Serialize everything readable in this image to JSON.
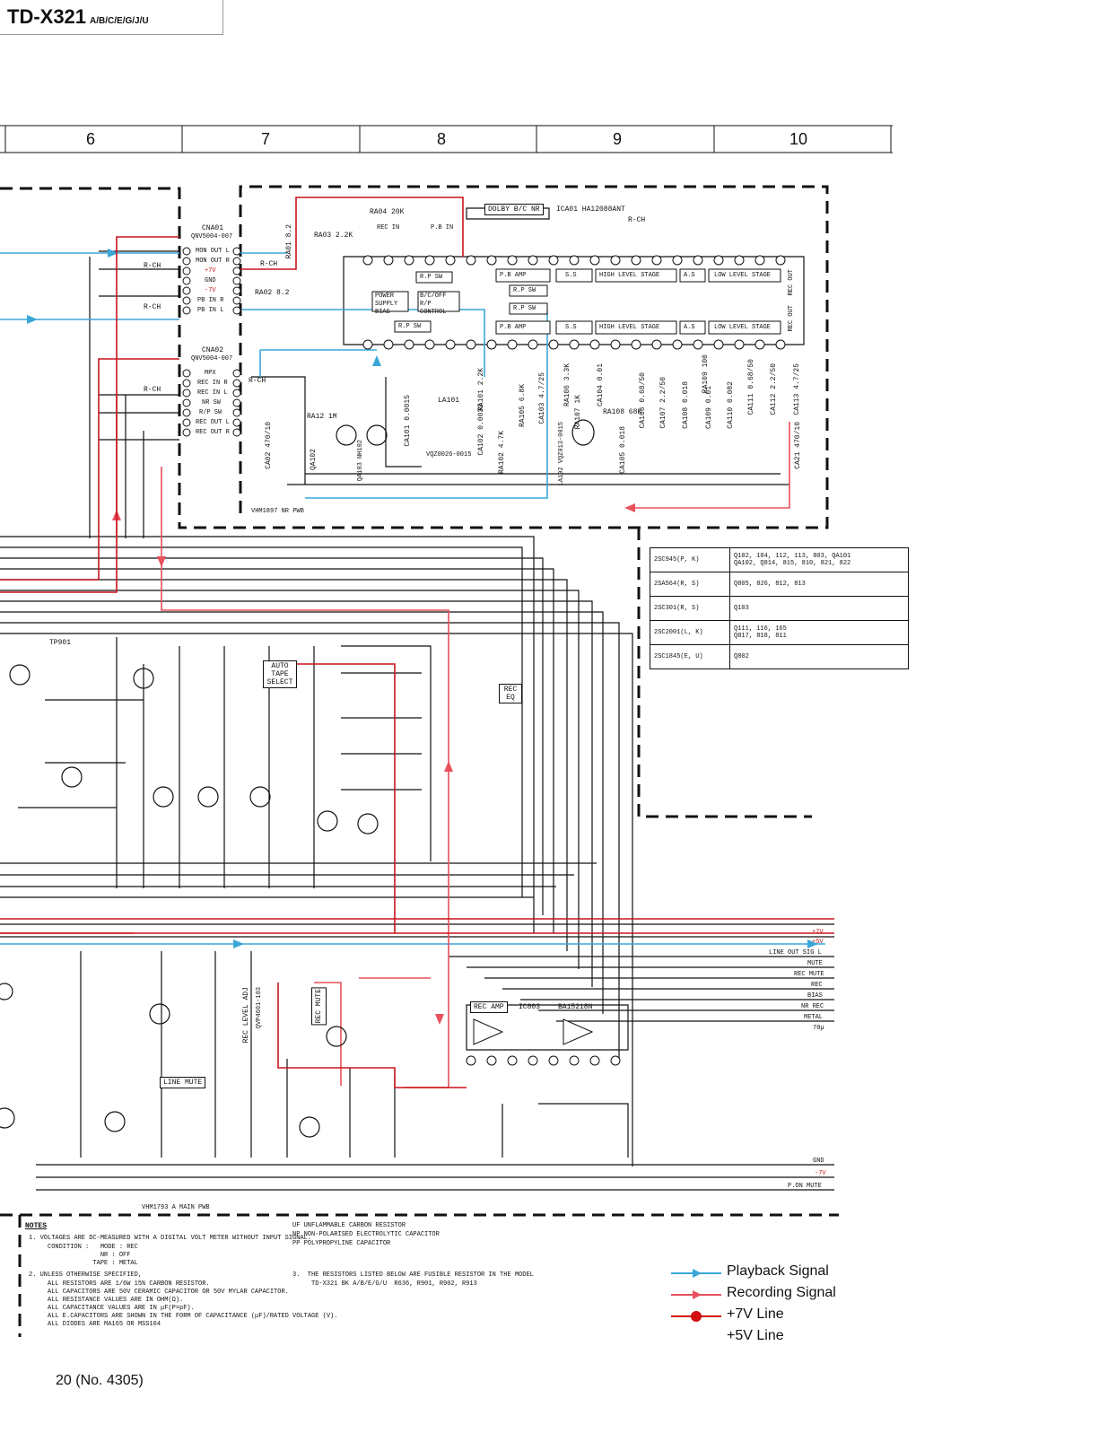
{
  "header": {
    "model": "TD-X321",
    "variants": "A/B/C/E/G/J/U"
  },
  "columns": [
    "6",
    "7",
    "8",
    "9",
    "10"
  ],
  "dolby_block": {
    "label": "DOLBY B/C NR",
    "ic": "ICA01 HA12088ANT",
    "rch": "R-CH",
    "pcb": "VHM1897 NR PWB",
    "stages_top": [
      "P.B AMP",
      "S.S",
      "HIGH LEVEL STAGE",
      "A.S",
      "LOW LEVEL STAGE",
      "REC OUT"
    ],
    "stages_bottom": [
      "P.B AMP",
      "S.S",
      "HIGH LEVEL STAGE",
      "A.S",
      "LOW LEVEL STAGE",
      "REC OUT"
    ],
    "switch_blocks": [
      "R.P SW",
      "R.P SW",
      "R.P SW",
      "R.P SW",
      "B/C/OFF R/P CONTROL",
      "POWER SUPPLY BIAS",
      "P.B IN",
      "REC IN"
    ],
    "resistors": [
      "RA04 20K",
      "RA03 2.2K",
      "RA01 8.2",
      "RA02 8.2",
      "RA12 1M",
      "RA101 2.2K",
      "RA102 4.7K",
      "RA105 6.8K",
      "RA106 3.3K",
      "RA107 1K",
      "RA108 68K",
      "RA109 100"
    ],
    "caps": [
      "CA02 470/10",
      "CA101 0.0015",
      "CA102 0.0033",
      "CA103 4.7/25",
      "CA104 0.01",
      "CA105 0.018",
      "CA106 0.68/50",
      "CA107 2.2/50",
      "CA108 0.018",
      "CA109 0.01",
      "CA110 0.082",
      "CA111 0.68/50",
      "CA112 2.2/50",
      "CA113 4.7/25",
      "CA21 470/10"
    ],
    "parts": [
      "QA102",
      "LA101",
      "VQZ0026-0015",
      "LA102 VQZ013-0015",
      "QA103 NH102"
    ]
  },
  "connectors": {
    "cna01": {
      "name": "CNA01",
      "part": "QNV5004-007",
      "pins": [
        "MON OUT L",
        "MON OUT R",
        "+7V",
        "GND",
        "-7V",
        "PB IN R",
        "PB IN L"
      ]
    },
    "cna02": {
      "name": "CNA02",
      "part": "QNV5004-007",
      "pins": [
        "MPX",
        "REC IN R",
        "REC IN L",
        "NR SW",
        "R/P SW",
        "REC OUT L",
        "REC OUT R"
      ]
    }
  },
  "main_labels": {
    "auto_tape_select": "AUTO TAPE SELECT",
    "rec_eq": "REC EQ",
    "rec_level_adj": "REC LEVEL ADJ",
    "rec_level_part": "QVP4601-103",
    "rec_mute": "REC MUTE",
    "line_mute": "LINE MUTE",
    "rec_amp": "REC AMP",
    "rec_amp_ic": "IC803",
    "rec_amp_part": "BA15218N",
    "main_pwb": "VHM1793 A     MAIN PWB",
    "tp": "TP901",
    "rch": "R-CH"
  },
  "right_bus": [
    "+7V",
    "+5V",
    "LINE OUT SIG L",
    "MUTE",
    "REC MUTE",
    "REC",
    "BIAS",
    "NR REC",
    "METAL",
    "70μ",
    "GND",
    "-7V",
    "P.ON MUTE"
  ],
  "transistor_table": [
    {
      "part": "2SC945(P, K)",
      "refs": [
        "Q102, 104, 112, 113, 803, QA101",
        "QA102, Q814, 815, 810, 821, 822"
      ]
    },
    {
      "part": "2SA564(R, S)",
      "refs": [
        "Q805, 826, 812, 813"
      ]
    },
    {
      "part": "2SC301(R, S)",
      "refs": [
        "Q103"
      ]
    },
    {
      "part": "2SC2001(L, K)",
      "refs": [
        "Q111, 116, 165",
        "Q817, 818, 811"
      ]
    },
    {
      "part": "2SC1845(E, U)",
      "refs": [
        "Q802"
      ]
    }
  ],
  "notes": {
    "title": "NOTES",
    "lines": [
      "1.  VOLTAGES ARE DC-MEASURED WITH A DIGITAL VOLT METER WITHOUT INPUT SIGNAL.",
      "     CONDITION :   MODE : REC",
      "                   NR : OFF",
      "                 TAPE : METAL",
      "2.  UNLESS OTHERWISE SPECIFIED,",
      "     ALL RESISTORS ARE 1/6W 15% CARBON RESISTOR.",
      "     ALL CAPACITORS ARE 50V CERAMIC CAPACITOR OR 50V MYLAR CAPACITOR.",
      "     ALL RESISTANCE VALUES ARE IN OHM(Ω).",
      "     ALL CAPACITANCE VALUES ARE IN μF(P=pF).",
      "     ALL E.CAPACITORS ARE SHOWN IN THE FORM OF CAPACITANCE (μF)/RATED VOLTAGE (V).",
      "     ALL DIODES ARE MA165 OR MSS104"
    ],
    "symbols": [
      "UF  UNFLAMMABLE CARBON RESISTOR",
      "NP  NON-POLARISED ELECTROLYTIC CAPACITOR",
      "PP  POLYPROPYLINE CAPACITOR"
    ],
    "note3": [
      "3.  THE RESISTORS LISTED BELOW ARE FUSIBLE RESISTOR IN THE MODEL",
      "     TD-X321 BK A/B/E/G/U  R636, R901, R902, R913"
    ]
  },
  "legend": [
    {
      "label": "Playback Signal",
      "color": "#3aa7d8"
    },
    {
      "label": "Recording Signal",
      "color": "#e8505b"
    },
    {
      "label": "+7V Line",
      "color": "#d10f0f"
    },
    {
      "label": "+5V Line",
      "color": "#111111"
    }
  ],
  "footer": {
    "page": "20 (No. 4305)"
  },
  "colors": {
    "playback": "#3aa7d8",
    "recording": "#e8505b",
    "plus7v": "#c8141c",
    "wire": "#111111"
  }
}
